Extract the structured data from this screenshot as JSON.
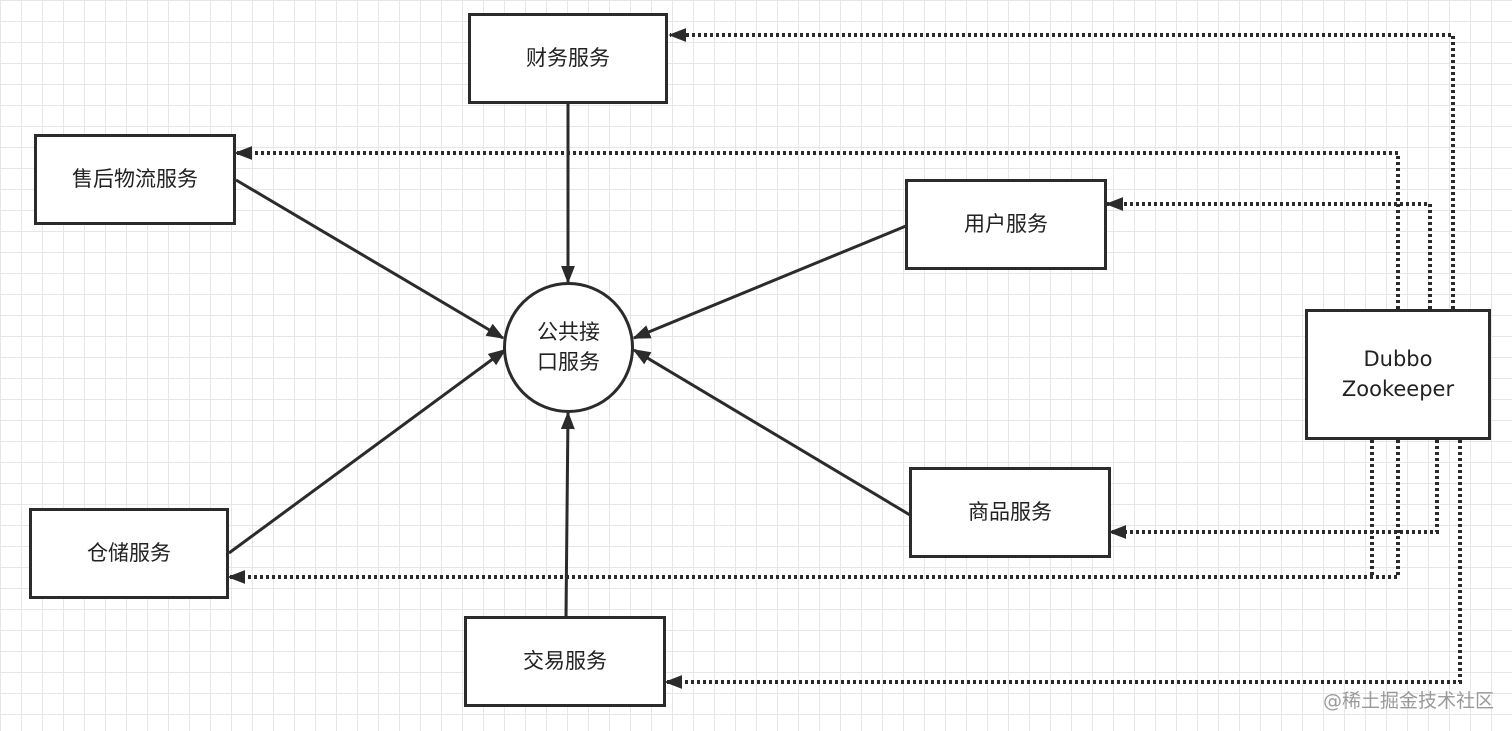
{
  "nodes": {
    "finance": "财务服务",
    "after_sales": "售后物流服务",
    "user": "用户服务",
    "public_api": [
      "公共接",
      "口服务"
    ],
    "registry": [
      "Dubbo",
      "Zookeeper"
    ],
    "warehouse": "仓储服务",
    "goods": "商品服务",
    "trade": "交易服务"
  },
  "watermark": "@稀土掘金技术社区",
  "colors": {
    "line": "#2b2b2b",
    "grid": "#e6e6e6",
    "watermark": "#9a9a9a"
  }
}
